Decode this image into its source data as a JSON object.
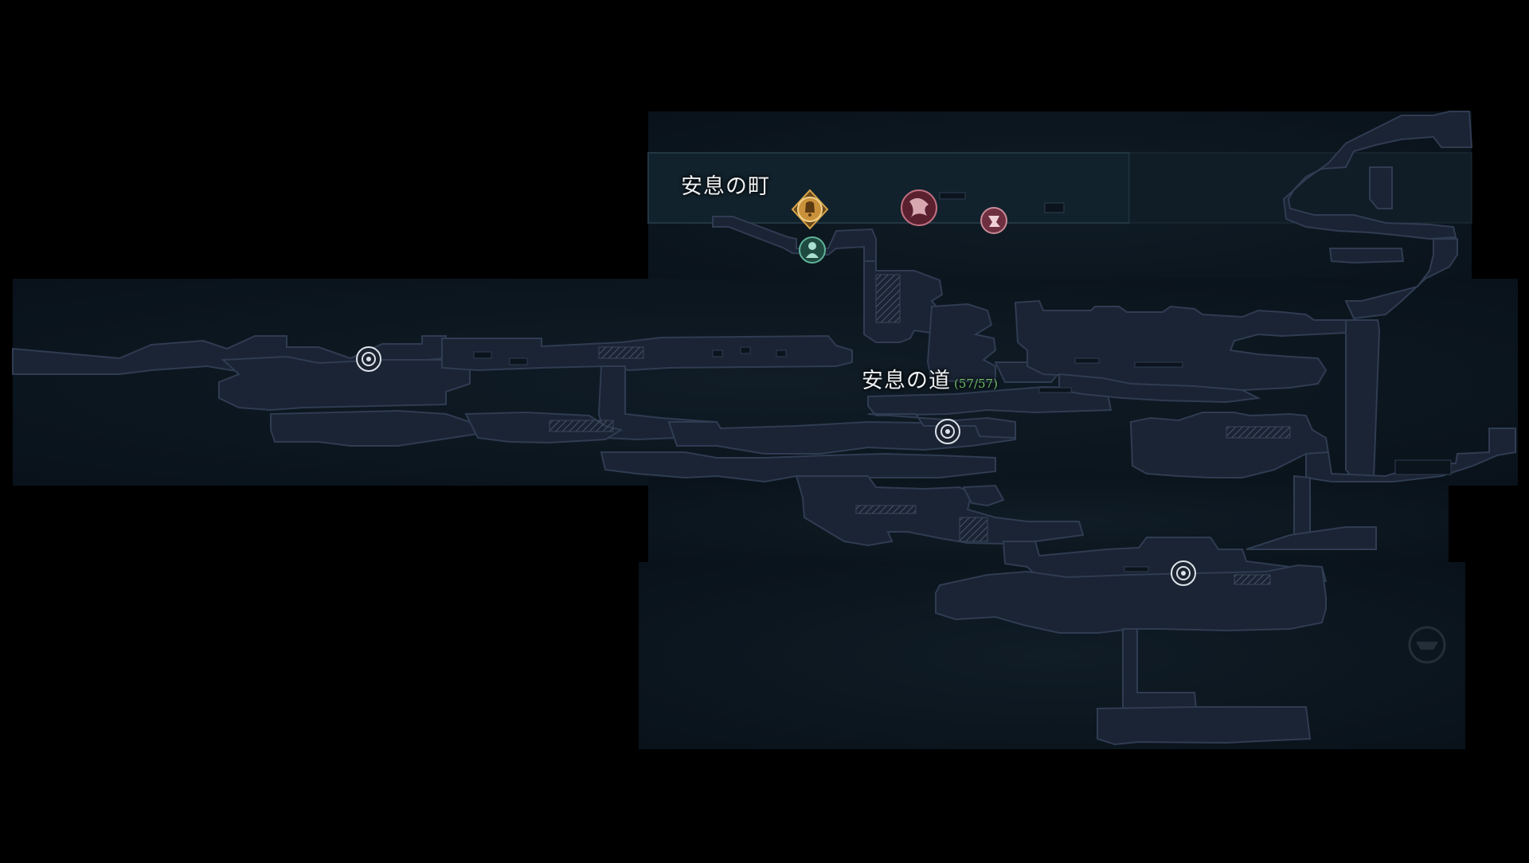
{
  "map": {
    "areas": [
      {
        "id": "town",
        "name": "安息の町"
      },
      {
        "id": "road",
        "name": "安息の道",
        "progress": "(57/57)"
      }
    ],
    "markers": [
      {
        "kind": "bell-shrine",
        "icon": "bell-shrine-icon",
        "color": "#c9913a"
      },
      {
        "kind": "npc-green",
        "icon": "npc-icon",
        "color": "#2f6f5a"
      },
      {
        "kind": "boss-crimson",
        "icon": "boss-emblem-icon",
        "color": "#7a3040"
      },
      {
        "kind": "enemy-pink",
        "icon": "enemy-emblem-icon",
        "color": "#a05565"
      },
      {
        "kind": "save-point",
        "icon": "save-point-icon",
        "color": "#dde3ea"
      }
    ],
    "colors": {
      "background": "#000000",
      "map_panel": "#0b141c",
      "corridor": "#1a2434",
      "corridor_edge": "#2f3c52",
      "town_band": "#12222c",
      "progress": "#6fbf6a"
    }
  }
}
